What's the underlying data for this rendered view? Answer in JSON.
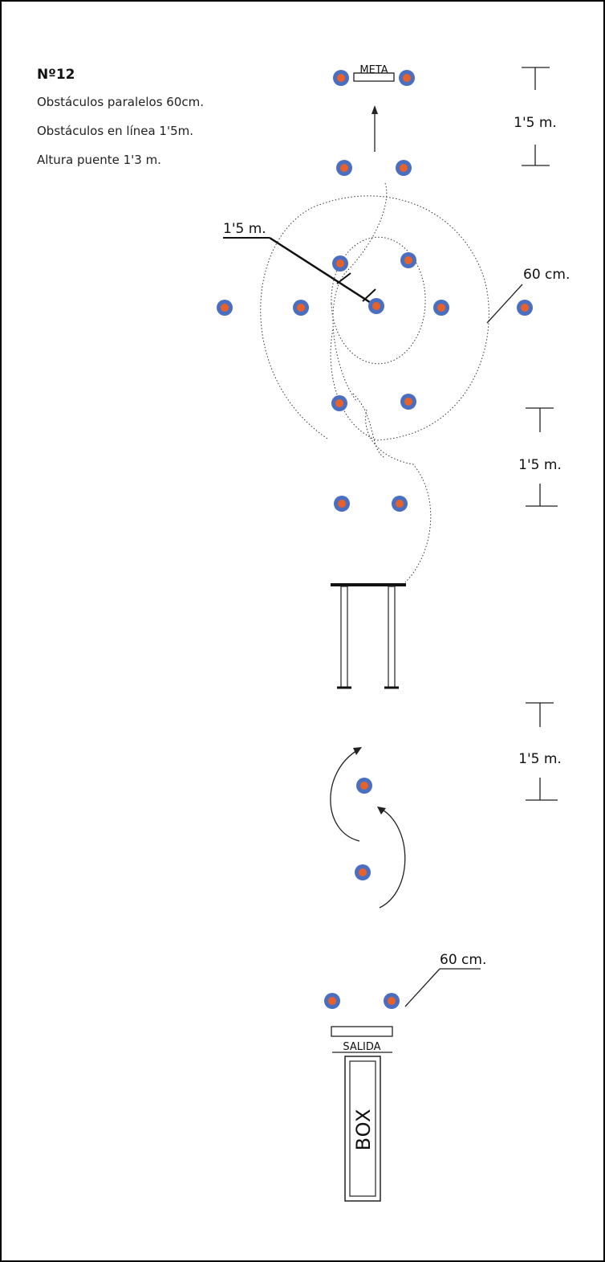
{
  "title": "Nº12",
  "notes": [
    "Obstáculos paralelos 60cm.",
    "Obstáculos en línea 1'5m.",
    "Altura puente 1'3 m."
  ],
  "labels": {
    "meta": "META",
    "salida": "SALIDA",
    "box": "BOX"
  },
  "measurements": {
    "spacing_top": "1'5 m.",
    "radius": "1'5 m.",
    "parallel_circle": "60 cm.",
    "spacing_middle": "1'5 m.",
    "spacing_bottom": "1'5 m.",
    "parallel_start": "60 cm."
  },
  "colors": {
    "cone_outer": "#4a6fc1",
    "cone_inner": "#e8612a",
    "border": "#000000"
  }
}
